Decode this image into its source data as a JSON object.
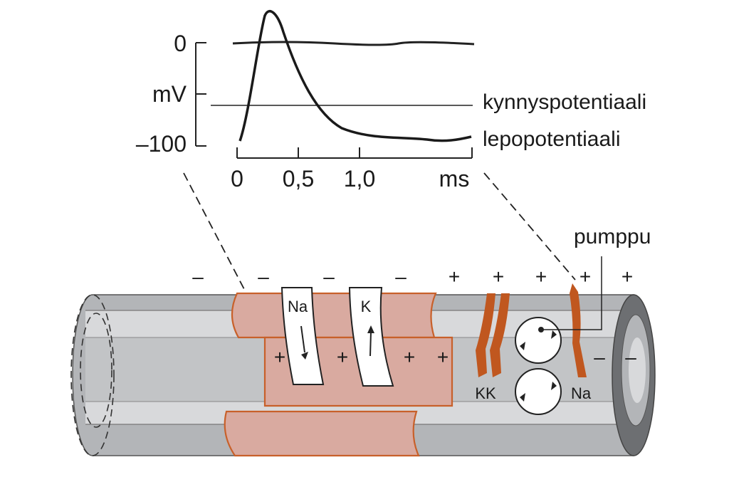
{
  "graph": {
    "y_ticks": {
      "zero": "0",
      "unit": "mV",
      "min": "–100"
    },
    "x_ticks": {
      "t0": "0",
      "t1": "0,5",
      "t2": "1,0",
      "unit": "ms"
    },
    "threshold_label": "kynnyspotentiaali",
    "resting_label": "lepopotentiaali"
  },
  "axon": {
    "pump_label": "pumppu",
    "channels": {
      "na": "Na",
      "k": "K"
    },
    "pump_ions": {
      "left": "KK",
      "right": "Na"
    },
    "outside_signs": [
      "–",
      "–",
      "–",
      "–",
      "+",
      "+",
      "+",
      "+",
      "+"
    ],
    "inside_signs": [
      "+",
      "+",
      "+",
      "+",
      "–",
      "–"
    ]
  },
  "colors": {
    "membrane_fill": "#d9aaa0",
    "membrane_stroke": "#c8602a",
    "channel_orange": "#c0571f",
    "tube_gray": "#b3b5b8",
    "tube_dark": "#6d6f72",
    "tube_light": "#d8d9db"
  }
}
